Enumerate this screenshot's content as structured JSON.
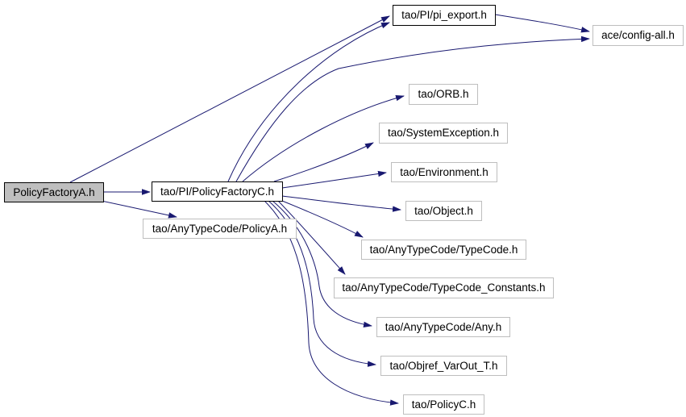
{
  "diagram": {
    "type": "doxygen-include-dependency-graph",
    "colors": {
      "edge": "#191970",
      "node_fill": "#ffffff",
      "current_node_fill": "#bfbfbf",
      "emphasized_border": "#000000",
      "plain_border": "#bebebe",
      "text": "#000000",
      "background": "#ffffff"
    },
    "nodes": [
      {
        "label": "PolicyFactoryA.h",
        "style": "current"
      },
      {
        "label": "tao/PI/PolicyFactoryC.h",
        "style": "black"
      },
      {
        "label": "tao/AnyTypeCode/PolicyA.h",
        "style": "plain"
      },
      {
        "label": "tao/PI/pi_export.h",
        "style": "black"
      },
      {
        "label": "ace/config-all.h",
        "style": "plain"
      },
      {
        "label": "tao/ORB.h",
        "style": "plain"
      },
      {
        "label": "tao/SystemException.h",
        "style": "plain"
      },
      {
        "label": "tao/Environment.h",
        "style": "plain"
      },
      {
        "label": "tao/Object.h",
        "style": "plain"
      },
      {
        "label": "tao/AnyTypeCode/TypeCode.h",
        "style": "plain"
      },
      {
        "label": "tao/AnyTypeCode/TypeCode_Constants.h",
        "style": "plain"
      },
      {
        "label": "tao/AnyTypeCode/Any.h",
        "style": "plain"
      },
      {
        "label": "tao/Objref_VarOut_T.h",
        "style": "plain"
      },
      {
        "label": "tao/PolicyC.h",
        "style": "plain"
      }
    ],
    "edges": [
      {
        "from": "PolicyFactoryA.h",
        "to": "tao/PI/PolicyFactoryC.h"
      },
      {
        "from": "PolicyFactoryA.h",
        "to": "tao/AnyTypeCode/PolicyA.h"
      },
      {
        "from": "PolicyFactoryA.h",
        "to": "tao/PI/pi_export.h"
      },
      {
        "from": "tao/PI/PolicyFactoryC.h",
        "to": "tao/PI/pi_export.h"
      },
      {
        "from": "tao/PI/pi_export.h",
        "to": "ace/config-all.h"
      },
      {
        "from": "tao/PI/PolicyFactoryC.h",
        "to": "ace/config-all.h"
      },
      {
        "from": "tao/PI/PolicyFactoryC.h",
        "to": "tao/ORB.h"
      },
      {
        "from": "tao/PI/PolicyFactoryC.h",
        "to": "tao/SystemException.h"
      },
      {
        "from": "tao/PI/PolicyFactoryC.h",
        "to": "tao/Environment.h"
      },
      {
        "from": "tao/PI/PolicyFactoryC.h",
        "to": "tao/Object.h"
      },
      {
        "from": "tao/PI/PolicyFactoryC.h",
        "to": "tao/AnyTypeCode/TypeCode.h"
      },
      {
        "from": "tao/PI/PolicyFactoryC.h",
        "to": "tao/AnyTypeCode/TypeCode_Constants.h"
      },
      {
        "from": "tao/PI/PolicyFactoryC.h",
        "to": "tao/AnyTypeCode/Any.h"
      },
      {
        "from": "tao/PI/PolicyFactoryC.h",
        "to": "tao/Objref_VarOut_T.h"
      },
      {
        "from": "tao/PI/PolicyFactoryC.h",
        "to": "tao/PolicyC.h"
      }
    ]
  }
}
